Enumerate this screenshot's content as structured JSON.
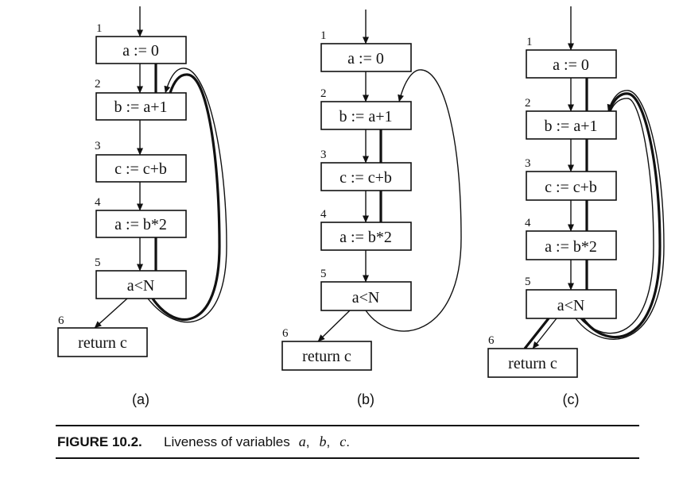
{
  "figure": {
    "diagrams": [
      {
        "label": "(a)",
        "nodes": [
          {
            "num": "1",
            "text": "a := 0"
          },
          {
            "num": "2",
            "text": "b := a+1"
          },
          {
            "num": "3",
            "text": "c := c+b"
          },
          {
            "num": "4",
            "text": "a := b*2"
          },
          {
            "num": "5",
            "text": "a<N"
          },
          {
            "num": "6",
            "text": "return c"
          }
        ]
      },
      {
        "label": "(b)",
        "nodes": [
          {
            "num": "1",
            "text": "a := 0"
          },
          {
            "num": "2",
            "text": "b := a+1"
          },
          {
            "num": "3",
            "text": "c := c+b"
          },
          {
            "num": "4",
            "text": "a := b*2"
          },
          {
            "num": "5",
            "text": "a<N"
          },
          {
            "num": "6",
            "text": "return c"
          }
        ]
      },
      {
        "label": "(c)",
        "nodes": [
          {
            "num": "1",
            "text": "a := 0"
          },
          {
            "num": "2",
            "text": "b := a+1"
          },
          {
            "num": "3",
            "text": "c := c+b"
          },
          {
            "num": "4",
            "text": "a := b*2"
          },
          {
            "num": "5",
            "text": "a<N"
          },
          {
            "num": "6",
            "text": "return c"
          }
        ]
      }
    ],
    "caption": {
      "label": "FIGURE 10.2.",
      "text": "Liveness of variables",
      "var_a": "a",
      "var_b": "b",
      "var_c": "c",
      "sep1": ",",
      "sep2": ",",
      "end": "."
    }
  }
}
